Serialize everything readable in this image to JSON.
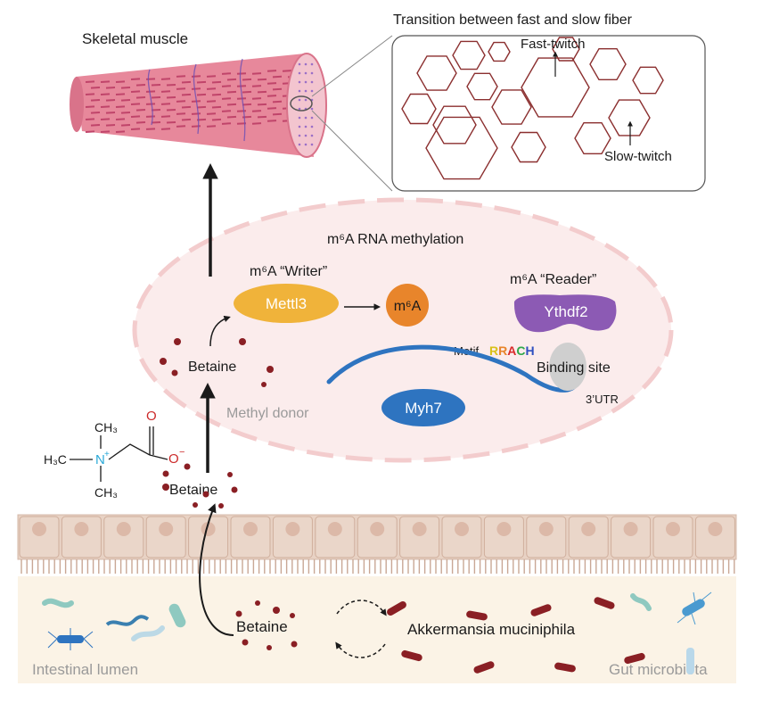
{
  "muscle": {
    "title": "Skeletal muscle",
    "inset_title": "Transition between fast and slow fiber",
    "fast_label": "Fast-twitch",
    "slow_label": "Slow-twitch"
  },
  "nucleus": {
    "title": "m⁶A RNA methylation",
    "writer_label": "m⁶A “Writer”",
    "writer_enzyme": "Mettl3",
    "m6a_mark": "m⁶A",
    "reader_label": "m⁶A “Reader”",
    "reader_protein": "Ythdf2",
    "motif_prefix": "Motif",
    "motif_letters": [
      "R",
      "R",
      "A",
      "C",
      "H"
    ],
    "binding_site": "Binding site",
    "utr": "3’UTR",
    "gene": "Myh7",
    "betaine": "Betaine",
    "methyl_donor": "Methyl donor"
  },
  "structure": {
    "h3c": "H₃C",
    "n": "N",
    "n_charge": "+",
    "ch3_top": "CH₃",
    "ch3_bottom": "CH₃",
    "o": "O",
    "o_minus": "O",
    "minus": "−"
  },
  "middle": {
    "betaine": "Betaine"
  },
  "gut": {
    "betaine": "Betaine",
    "bacterium": "Akkermansia muciniphila",
    "lumen": "Intestinal lumen",
    "microbiota": "Gut microbiota"
  },
  "colors": {
    "muscle_pink": "#e7889b",
    "fiber_outline": "#8b2f2f",
    "nucleus_fill": "#fbecec",
    "mettl3": "#f0b33a",
    "m6a": "#e8852b",
    "ythdf2": "#8c5ab4",
    "myh7": "#2e74c0",
    "rna": "#2e74c0",
    "betaine_dot": "#8a1f24",
    "epithelium": "#e8d2c4",
    "lumen": "#fbf3e6",
    "motif": [
      "#d9c21a",
      "#e8852b",
      "#d92a2a",
      "#2fa84a",
      "#2e4fc0"
    ]
  }
}
